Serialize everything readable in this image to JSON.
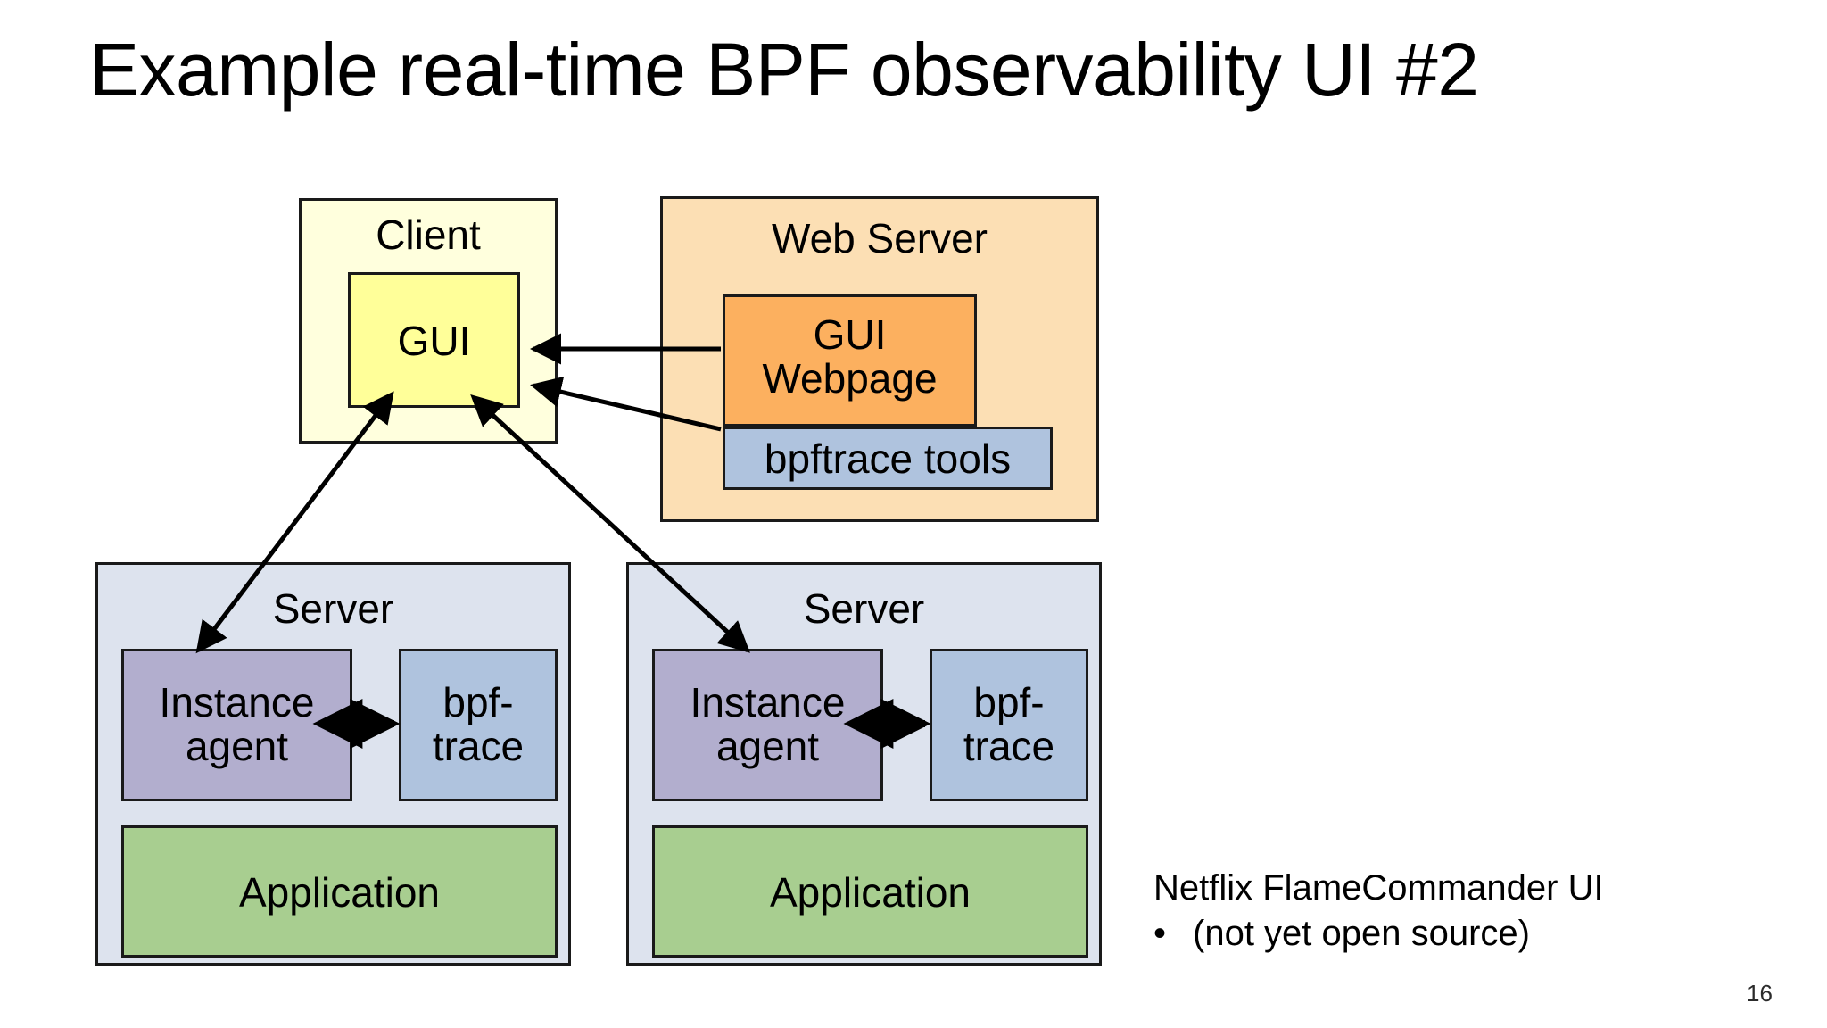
{
  "slide": {
    "title": "Example real-time BPF observability UI #2",
    "page_number": "16",
    "background_color": "#ffffff"
  },
  "diagram": {
    "client": {
      "label": "Client",
      "fill": "#ffffdd",
      "gui": {
        "label": "GUI",
        "fill": "#ffff99"
      }
    },
    "web_server": {
      "label": "Web Server",
      "fill": "#fcdfb4",
      "gui_webpage": {
        "label": "GUI\nWebpage",
        "fill": "#fcb05f"
      },
      "bpftrace_tools": {
        "label": "bpftrace tools",
        "fill": "#afc3de"
      }
    },
    "servers": [
      {
        "label": "Server",
        "fill": "#dde3ee",
        "instance_agent": {
          "label": "Instance\nagent",
          "fill": "#b2aece"
        },
        "bpftrace": {
          "label": "bpf-\ntrace",
          "fill": "#afc3de"
        },
        "application": {
          "label": "Application",
          "fill": "#a8ce90"
        }
      },
      {
        "label": "Server",
        "fill": "#dde3ee",
        "instance_agent": {
          "label": "Instance\nagent",
          "fill": "#b2aece"
        },
        "bpftrace": {
          "label": "bpf-\ntrace",
          "fill": "#afc3de"
        },
        "application": {
          "label": "Application",
          "fill": "#a8ce90"
        }
      }
    ],
    "connectors": [
      {
        "name": "guiwebpage-to-gui",
        "style": "single-arrow",
        "direction": "right-to-left"
      },
      {
        "name": "bpftrace-tools-to-gui",
        "style": "single-arrow",
        "direction": "right-to-left"
      },
      {
        "name": "gui-to-server-1-agent",
        "style": "double-arrow",
        "direction": "both"
      },
      {
        "name": "gui-to-server-2-agent",
        "style": "double-arrow",
        "direction": "both"
      },
      {
        "name": "server-1-agent-to-bpftrace",
        "style": "double-arrow",
        "direction": "both"
      },
      {
        "name": "server-2-agent-to-bpftrace",
        "style": "double-arrow",
        "direction": "both"
      }
    ],
    "line_color": "#000000"
  },
  "caption": {
    "title": "Netflix FlameCommander UI",
    "bullet_marker": "•",
    "bullet_text": "(not yet open source)"
  }
}
